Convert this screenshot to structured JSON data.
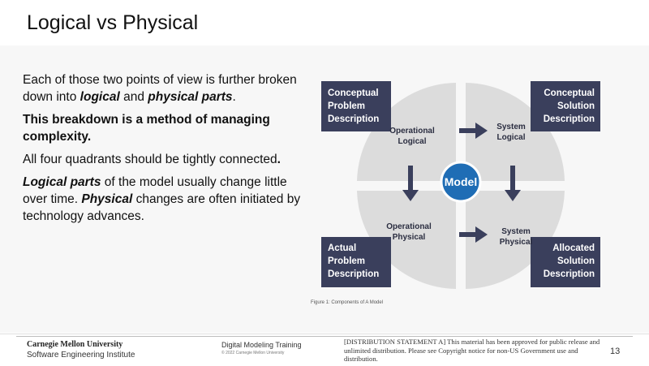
{
  "slide": {
    "title": "Logical vs Physical",
    "page_number": "13"
  },
  "bullets": [
    {
      "parts": [
        {
          "text": "Each of those two points of view is further broken down into ",
          "bold": false,
          "italic": false
        },
        {
          "text": "logical",
          "bold": true,
          "italic": true
        },
        {
          "text": " and ",
          "bold": false,
          "italic": false
        },
        {
          "text": "physical parts",
          "bold": true,
          "italic": true
        },
        {
          "text": ".",
          "bold": false,
          "italic": false
        }
      ]
    },
    {
      "parts": [
        {
          "text": "This breakdown is a method of managing complexity.",
          "bold": true,
          "italic": false
        }
      ]
    },
    {
      "parts": [
        {
          "text": "All four quadrants should be tightly connected",
          "bold": false,
          "italic": false
        },
        {
          "text": ".",
          "bold": true,
          "italic": false
        }
      ]
    },
    {
      "parts": [
        {
          "text": "Logical parts",
          "bold": true,
          "italic": true
        },
        {
          "text": " of the model usually change little over time. ",
          "bold": false,
          "italic": false
        },
        {
          "text": "Physical",
          "bold": true,
          "italic": true
        },
        {
          "text": " changes are often initiated by technology advances.",
          "bold": false,
          "italic": false
        }
      ]
    }
  ],
  "diagram": {
    "center_label": "Model",
    "quadrants": {
      "top_left": [
        "Operational",
        "Logical"
      ],
      "top_right": [
        "System",
        "Logical"
      ],
      "bottom_left": [
        "Operational",
        "Physical"
      ],
      "bottom_right": [
        "System",
        "Physical"
      ]
    },
    "corner_boxes": {
      "top_left": [
        "Conceptual",
        "Problem",
        "Description"
      ],
      "top_right": [
        "Conceptual",
        "Solution",
        "Description"
      ],
      "bottom_left": [
        "Actual",
        "Problem",
        "Description"
      ],
      "bottom_right": [
        "Allocated",
        "Solution",
        "Description"
      ]
    },
    "caption": "Figure 1: Components of A Model",
    "colors": {
      "navy": "#3a3f5c",
      "circle": "#dcdcdc",
      "model": "#1f6db5"
    }
  },
  "footer": {
    "university": "Carnegie Mellon University",
    "institute": "Software Engineering Institute",
    "course": "Digital Modeling Training",
    "copyright": "© 2022 Carnegie Mellon University",
    "distribution": "[DISTRIBUTION STATEMENT A] This material has been approved for public release and unlimited distribution. Please see Copyright notice for non-US Government use and distribution."
  }
}
